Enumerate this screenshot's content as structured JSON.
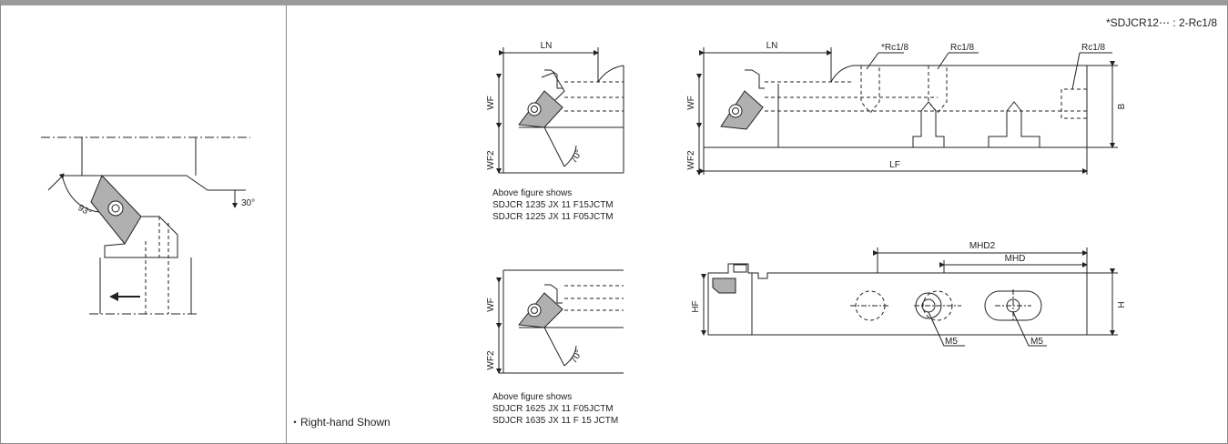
{
  "footnote": "*SDJCR12⋯ : 2-Rc1/8",
  "right_hand_note": "・Right-hand Shown",
  "left_view": {
    "angle_lead": "93°",
    "angle_side": "30°"
  },
  "top_small": {
    "ln": "LN",
    "wf": "WF",
    "wf2": "WF2",
    "angle": "70°",
    "caption": [
      "Above figure shows",
      "SDJCR 1235 JX 11 F15JCTM",
      "SDJCR 1225 JX 11 F05JCTM"
    ]
  },
  "bottom_small": {
    "wf": "WF",
    "wf2": "WF2",
    "angle": "70°",
    "caption": [
      "Above figure shows",
      "SDJCR 1625 JX 11 F05JCTM",
      "SDJCR 1635 JX 11 F 15 JCTM"
    ]
  },
  "top_large": {
    "ln": "LN",
    "wf": "WF",
    "wf2": "WF2",
    "lf": "LF",
    "b": "B",
    "rc_star": "*Rc1/8",
    "rc1": "Rc1/8",
    "rc2": "Rc1/8"
  },
  "bottom_large": {
    "mhd2": "MHD2",
    "mhd": "MHD",
    "hf": "HF",
    "h": "H",
    "m5a": "M5",
    "m5b": "M5"
  }
}
